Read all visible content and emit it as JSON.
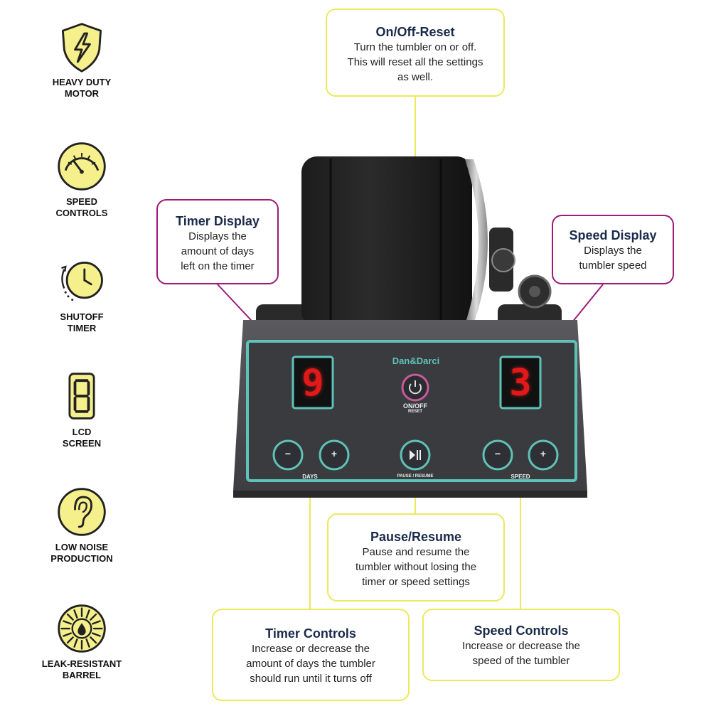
{
  "features": [
    {
      "icon": "lightning-shield-icon",
      "lines": [
        "HEAVY DUTY",
        "MOTOR"
      ]
    },
    {
      "icon": "speedometer-icon",
      "lines": [
        "SPEED",
        "CONTROLS"
      ]
    },
    {
      "icon": "clock-timer-icon",
      "lines": [
        "SHUTOFF",
        "TIMER"
      ]
    },
    {
      "icon": "lcd-digit-icon",
      "lines": [
        "LCD",
        "SCREEN"
      ]
    },
    {
      "icon": "ear-icon",
      "lines": [
        "LOW NOISE",
        "PRODUCTION"
      ]
    },
    {
      "icon": "droplet-sun-icon",
      "lines": [
        "LEAK-RESISTANT",
        "BARREL"
      ]
    }
  ],
  "callouts": {
    "on_off": {
      "title": "On/Off-Reset",
      "lines": [
        "Turn the tumbler on or off.",
        "This will reset all the settings",
        "as well."
      ]
    },
    "timer_display": {
      "title": "Timer Display",
      "lines": [
        "Displays the",
        "amount of days",
        "left on the timer"
      ]
    },
    "speed_display": {
      "title": "Speed Display",
      "lines": [
        "Displays the",
        "tumbler speed"
      ]
    },
    "pause_resume": {
      "title": "Pause/Resume",
      "lines": [
        "Pause and resume the",
        "tumbler without losing the",
        "timer or speed settings"
      ]
    },
    "timer_controls": {
      "title": "Timer Controls",
      "lines": [
        "Increase or decrease the",
        "amount of days the tumbler",
        "should run until it turns off"
      ]
    },
    "speed_controls": {
      "title": "Speed Controls",
      "lines": [
        "Increase or decrease the",
        "speed of the tumbler"
      ]
    }
  },
  "device": {
    "brand": "Dan&Darci",
    "timer_value": "9",
    "speed_value": "3",
    "power_label": "ON/OFF",
    "power_sub": "RESET",
    "minus": "−",
    "plus": "+",
    "days_label": "DAYS",
    "pause_label": "PAUSE / RESUME",
    "speed_label": "SPEED"
  },
  "colors": {
    "callout_yellow": "#eaea5a",
    "callout_purple": "#9b1a7a",
    "icon_fill": "#f5f08c",
    "panel_teal": "#5fc2b8",
    "display_red": "#e31818"
  }
}
